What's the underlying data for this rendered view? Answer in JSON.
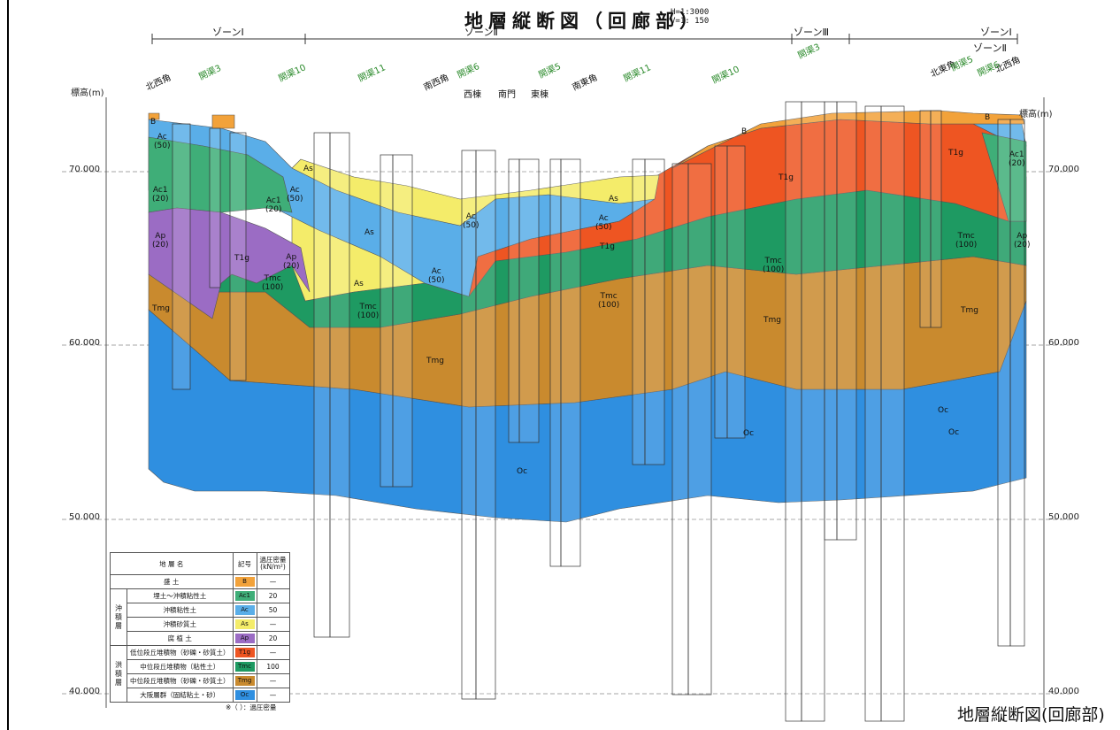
{
  "title": "地層縦断図（回廊部）",
  "scale_h": "H=1:3000",
  "scale_v": "V=1: 150",
  "corner_title": "地層縦断図(回廊部)",
  "elevation_unit": "標高(m)",
  "elevations": [
    "70.000",
    "60.000",
    "50.000",
    "40.000"
  ],
  "zones": [
    "ゾーンⅠ",
    "ゾーンⅡ",
    "ゾーンⅢ",
    "ゾーンⅠ",
    "ゾーンⅡ"
  ],
  "direction_labels": [
    "北西角",
    "南西角",
    "南東角",
    "北東角",
    "北西角"
  ],
  "hole_tags": [
    "開渠3",
    "開渠10",
    "開渠11",
    "開渠6",
    "開渠5",
    "開渠11",
    "開渠10",
    "開渠3",
    "開渠5",
    "開渠6"
  ],
  "building_labels": [
    "西棟",
    "南門",
    "東棟"
  ],
  "layer_labels": [
    "B",
    "Ac\n(50)",
    "Ac1\n(20)",
    "Ap\n(20)",
    "Tmg",
    "T1g",
    "Tmc\n(100)",
    "As",
    "Ac\n(50)",
    "Ac1\n(20)",
    "Ap\n(20)",
    "As",
    "As",
    "Ac\n(50)",
    "Tmc\n(100)",
    "Tmg",
    "Oc",
    "Ac\n(50)",
    "Tmc\n(100)",
    "T1g",
    "Ac\n(50)",
    "As",
    "Oc",
    "B",
    "T1g",
    "Tmc\n(100)",
    "Tmg",
    "Oc",
    "T1g",
    "Tmc\n(100)",
    "Tmg",
    "Ac1\n(20)",
    "Ap\n(20)",
    "Oc",
    "B"
  ],
  "legend": {
    "headers": [
      "地 層 名",
      "記号",
      "過圧密量\n(kN/m²)"
    ],
    "rows": [
      {
        "group": "",
        "name": "盛 土",
        "symbol": "B",
        "color": "#f2a23a",
        "value": "—"
      },
      {
        "group": "沖積層",
        "name": "埋土～沖積粘性土",
        "symbol": "Ac1",
        "color": "#3fae78",
        "value": "20"
      },
      {
        "group": "沖積層",
        "name": "沖積粘性土",
        "symbol": "Ac",
        "color": "#5aaee8",
        "value": "50"
      },
      {
        "group": "沖積層",
        "name": "沖積砂質土",
        "symbol": "As",
        "color": "#f4ec6a",
        "value": "—"
      },
      {
        "group": "沖積層",
        "name": "腐 植 土",
        "symbol": "Ap",
        "color": "#9b6cc4",
        "value": "20"
      },
      {
        "group": "洪積層",
        "name": "低位段丘堆積物（砂礫・砂質土）",
        "symbol": "T1g",
        "color": "#ee5522",
        "value": "—"
      },
      {
        "group": "洪積層",
        "name": "中位段丘堆積物（粘性土）",
        "symbol": "Tmc",
        "color": "#1e9a62",
        "value": "100"
      },
      {
        "group": "洪積層",
        "name": "中位段丘堆積物（砂礫・砂質土）",
        "symbol": "Tmg",
        "color": "#c98a2e",
        "value": "—"
      },
      {
        "group": "洪積層",
        "name": "大阪層群（固結粘土・砂）",
        "symbol": "Oc",
        "color": "#2f8fe0",
        "value": "—"
      }
    ],
    "group_labels": [
      "沖\n積\n層",
      "洪\n積\n層"
    ],
    "note": "※（ ）：過圧密量"
  }
}
